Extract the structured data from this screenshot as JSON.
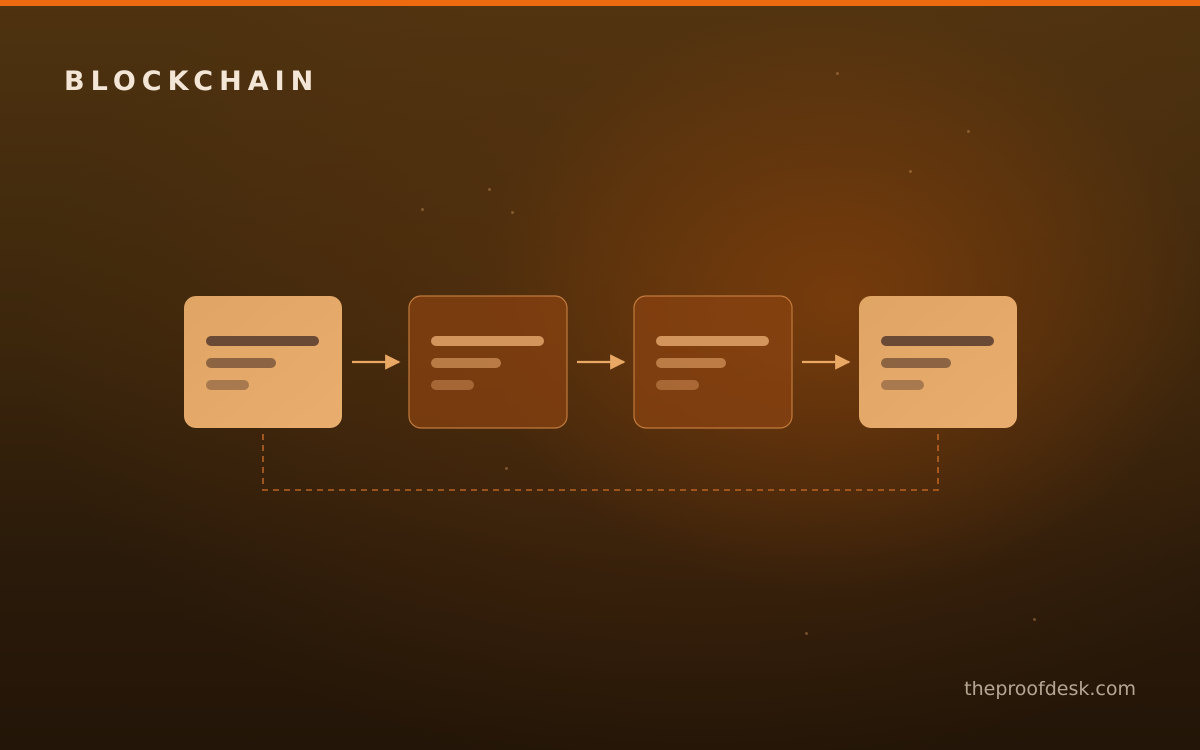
{
  "header": {
    "title": "BLOCKCHAIN"
  },
  "footer": {
    "site": "theproofdesk.com"
  },
  "colors": {
    "accent": "#ee6a10",
    "block_light": "#e3a868",
    "block_dark": "#8a4210",
    "arrow": "#e9a864",
    "link_dashed": "#c56a28"
  },
  "diagram": {
    "blocks": [
      {
        "style": "light"
      },
      {
        "style": "dark"
      },
      {
        "style": "dark"
      },
      {
        "style": "light"
      }
    ],
    "connections": [
      {
        "from": 0,
        "to": 1,
        "type": "arrow"
      },
      {
        "from": 1,
        "to": 2,
        "type": "arrow"
      },
      {
        "from": 2,
        "to": 3,
        "type": "arrow"
      },
      {
        "from": 0,
        "to": 3,
        "type": "dashed"
      }
    ]
  }
}
